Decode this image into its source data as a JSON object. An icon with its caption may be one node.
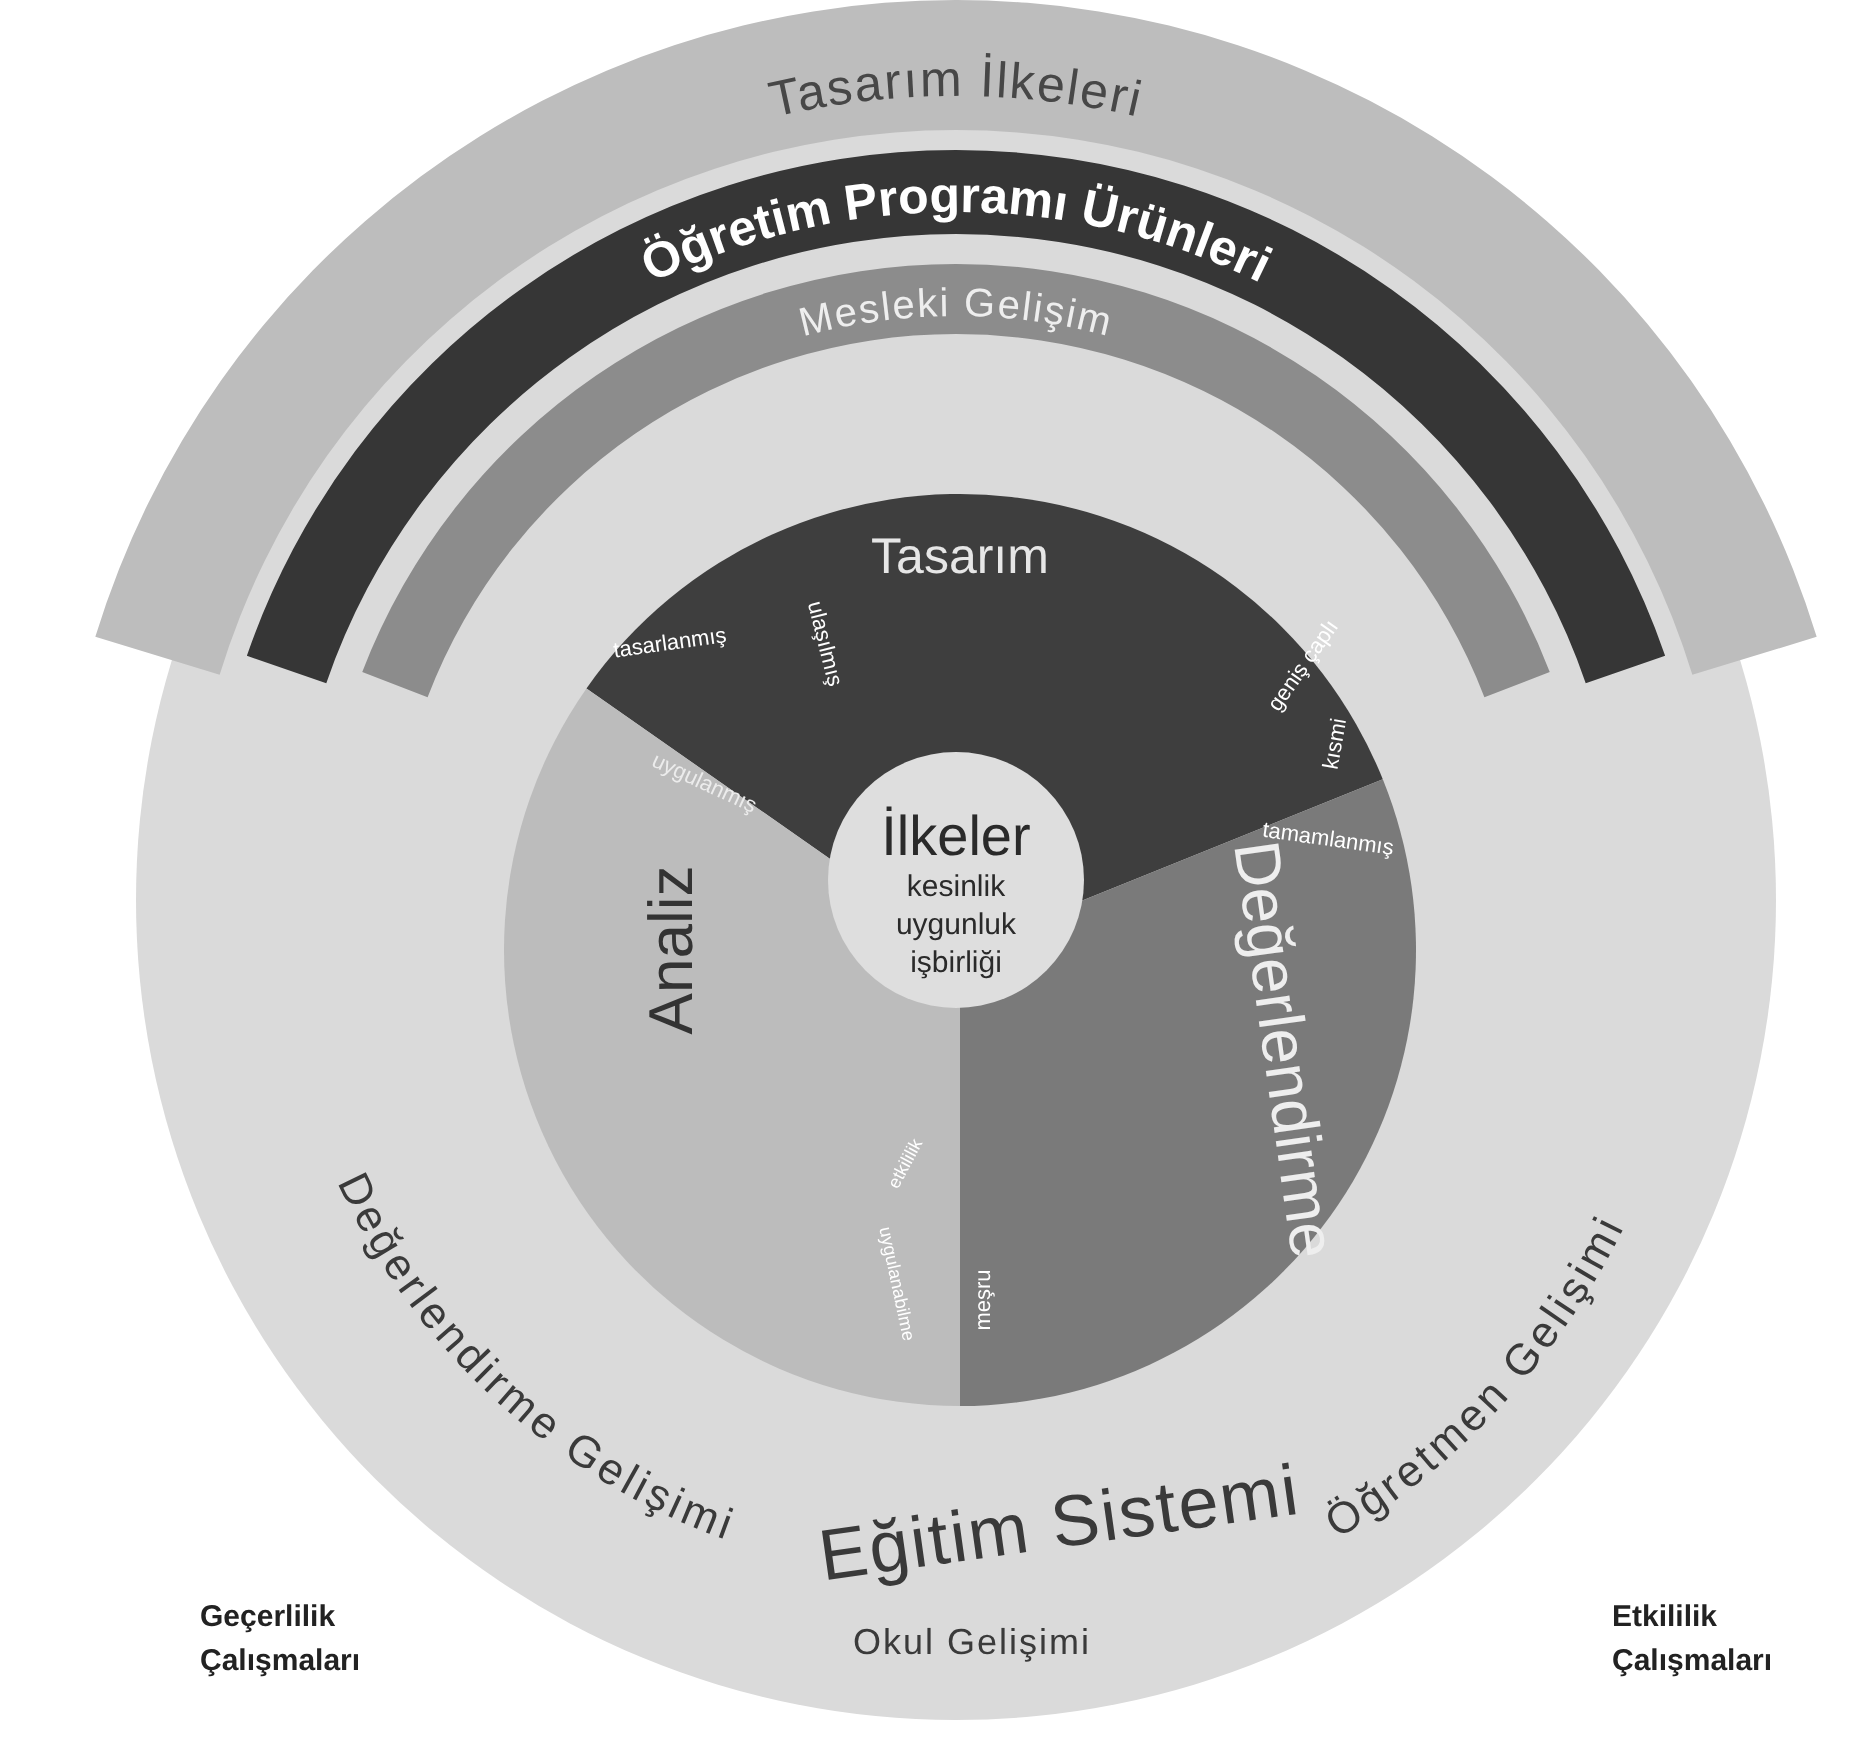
{
  "diagram": {
    "nodes": [
      {
        "text": [
          "Eğitim Sistemi",
          "Değerlendirme Gelişimi",
          "Okul Gelişimi",
          "Öğretmen Gelişimi"
        ]
      },
      {
        "text": [
          "Tasarım İlkeleri"
        ]
      },
      {
        "text": [
          "Öğretim Programı Ürünleri"
        ],
        "in": 0
      },
      {
        "text": [
          "Mesleki Gelişim"
        ],
        "in": 0
      },
      {
        "text": [
          "Tasarım"
        ],
        "in": 0
      },
      {
        "text": [
          "Analiz"
        ],
        "in": 0
      },
      {
        "text": [
          "Değerlendirme"
        ],
        "in": 0
      },
      {
        "text": [
          "İlkeler",
          "kesinlik uygunluk işbirliği"
        ],
        "in": 0
      }
    ],
    "labels": [
      "tasarlanmış",
      "ulaşılmış",
      "geniş çaplı",
      "kısmi",
      "uygulanmış",
      "tamamlanmış",
      "etkililik",
      "meşru",
      "uygulanabilme",
      "Geçerlilik Çalışmaları",
      "Etkililik Çalışmaları"
    ]
  }
}
